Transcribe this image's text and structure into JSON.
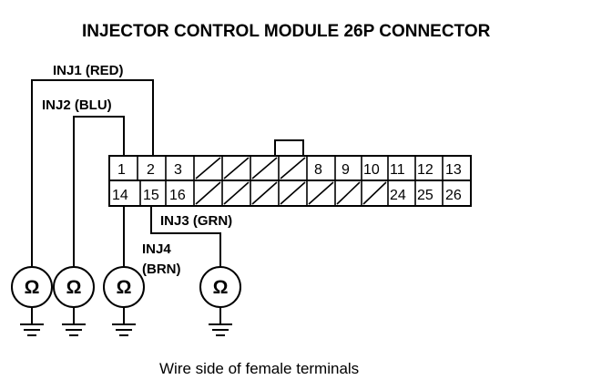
{
  "title": "INJECTOR CONTROL MODULE 26P CONNECTOR",
  "caption": "Wire side of female terminals",
  "wire_labels": {
    "inj1": "INJ1 (RED)",
    "inj2": "INJ2 (BLU)",
    "inj3": "INJ3 (GRN)",
    "inj4_line1": "INJ4",
    "inj4_line2": "(BRN)"
  },
  "connector": {
    "top_row": [
      "1",
      "2",
      "3",
      "",
      "",
      "",
      "",
      "8",
      "9",
      "10",
      "11",
      "12",
      "13"
    ],
    "bottom_row": [
      "14",
      "15",
      "16",
      "",
      "",
      "",
      "",
      "",
      "",
      "",
      "24",
      "25",
      "26"
    ]
  },
  "injector_symbol": "Ω",
  "icons": {
    "injector": "injector-coil-icon",
    "ground": "ground-icon"
  }
}
